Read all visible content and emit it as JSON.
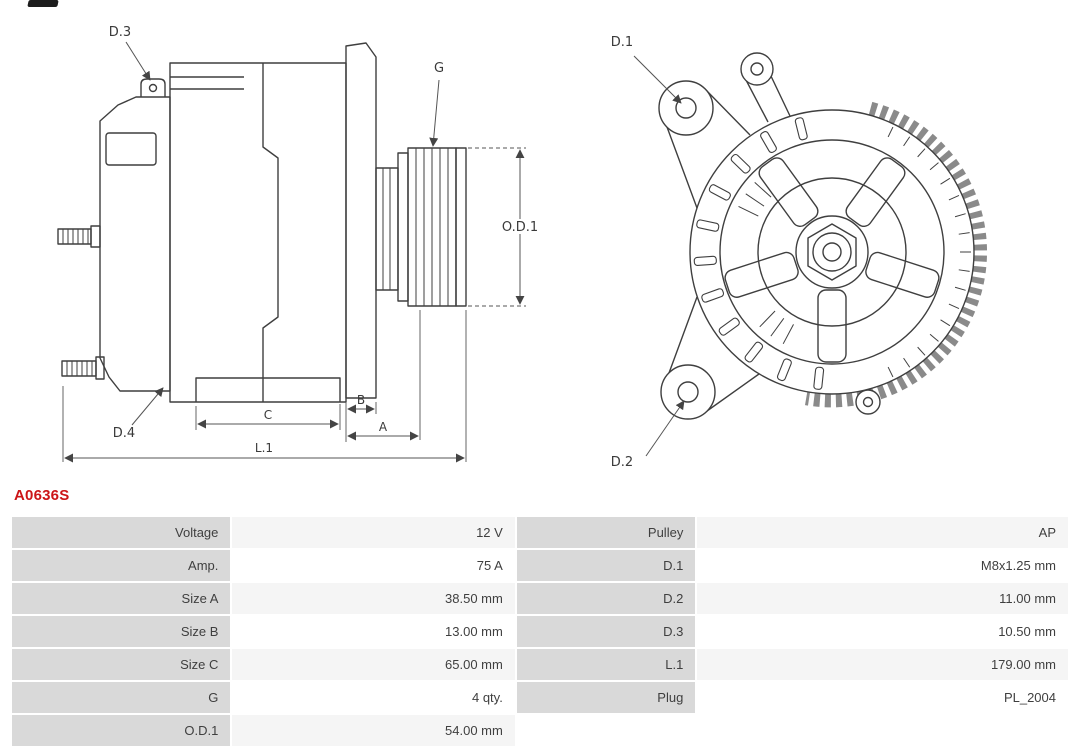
{
  "page": {
    "part_number": "A0636S"
  },
  "diagram": {
    "labels": {
      "d1": "D.1",
      "d2": "D.2",
      "d3": "D.3",
      "d4": "D.4",
      "g": "G",
      "od1": "O.D.1",
      "l1": "L.1",
      "a": "A",
      "b": "B",
      "c": "C"
    }
  },
  "colors": {
    "part_number_red": "#cc1517",
    "label_cell_bg": "#d9d9d9",
    "row_alt_bg": "#f5f5f5",
    "line_color": "#3f3f3f"
  },
  "table": {
    "rows": [
      {
        "left_label": "Voltage",
        "left_value": "12 V",
        "right_label": "Pulley",
        "right_value": "AP"
      },
      {
        "left_label": "Amp.",
        "left_value": "75 A",
        "right_label": "D.1",
        "right_value": "M8x1.25 mm"
      },
      {
        "left_label": "Size A",
        "left_value": "38.50 mm",
        "right_label": "D.2",
        "right_value": "11.00 mm"
      },
      {
        "left_label": "Size B",
        "left_value": "13.00 mm",
        "right_label": "D.3",
        "right_value": "10.50 mm"
      },
      {
        "left_label": "Size C",
        "left_value": "65.00 mm",
        "right_label": "L.1",
        "right_value": "179.00 mm"
      },
      {
        "left_label": "G",
        "left_value": "4 qty.",
        "right_label": "Plug",
        "right_value": "PL_2004"
      },
      {
        "left_label": "O.D.1",
        "left_value": "54.00 mm",
        "right_label": "",
        "right_value": ""
      }
    ]
  }
}
